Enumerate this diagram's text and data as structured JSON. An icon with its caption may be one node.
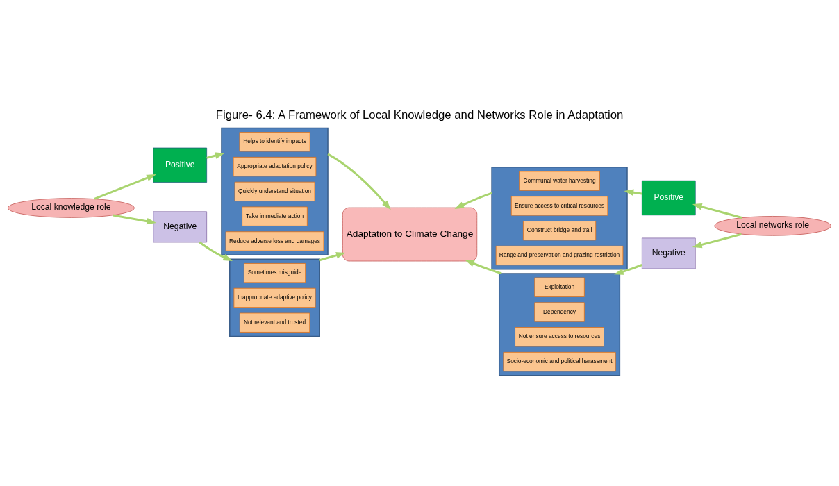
{
  "diagram": {
    "title": "Figure- 6.4: A Framework of Local Knowledge and Networks Role in Adaptation",
    "nodes": [
      {
        "text": [
          "Positive"
        ]
      },
      {
        "text": [
          "Local knowledge role"
        ]
      },
      {
        "text": [
          "Negative"
        ]
      },
      {
        "text": [],
        "shape": "box"
      },
      {
        "text": [
          "Helps to identify impacts"
        ],
        "in": 3
      },
      {
        "text": [
          "Appropriate adaptation policy"
        ],
        "in": 3
      },
      {
        "text": [
          "Quickly understand situation"
        ],
        "in": 3
      },
      {
        "text": [
          "Take immediate action"
        ],
        "in": 3
      },
      {
        "text": [
          "Reduce adverse loss and damages"
        ],
        "in": 3
      },
      {
        "text": [],
        "shape": "box"
      },
      {
        "text": [
          "Sometimes misguide"
        ],
        "in": 9
      },
      {
        "text": [
          "Inappropriate adaptive policy"
        ],
        "in": 9
      },
      {
        "text": [
          "Not relevant and trusted"
        ],
        "in": 9
      },
      {
        "text": [
          "Adaptation to Climate Change"
        ]
      },
      {
        "text": [],
        "shape": "box"
      },
      {
        "text": [
          "Communal water harvesting"
        ],
        "in": 14
      },
      {
        "text": [
          "Ensure access to critical resources"
        ],
        "in": 14
      },
      {
        "text": [
          "Construct bridge and trail"
        ],
        "in": 14
      },
      {
        "text": [
          "Rangeland preservation and grazing restriction"
        ],
        "in": 14
      },
      {
        "text": [],
        "shape": "box"
      },
      {
        "text": [
          "Exploitation"
        ],
        "in": 19
      },
      {
        "text": [
          "Dependency"
        ],
        "in": 19
      },
      {
        "text": [
          "Not ensure access to resources"
        ],
        "in": 19
      },
      {
        "text": [
          "Socio-economic and political harassment"
        ],
        "in": 19
      },
      {
        "text": [
          "Positive"
        ]
      },
      {
        "text": [
          "Local networks role"
        ]
      },
      {
        "text": [
          "Negative"
        ]
      }
    ],
    "edges": [
      {
        "from": 1,
        "to": 0,
        "arrow": "to"
      },
      {
        "from": 1,
        "to": 2,
        "arrow": "to"
      },
      {
        "from": 0,
        "to": 3,
        "arrow": "to"
      },
      {
        "from": 2,
        "to": 9,
        "arrow": "to"
      },
      {
        "from": 3,
        "to": 13,
        "arrow": "to"
      },
      {
        "from": 9,
        "to": 13,
        "arrow": "to"
      },
      {
        "from": 14,
        "to": 13,
        "arrow": "to"
      },
      {
        "from": 19,
        "to": 13,
        "arrow": "to"
      },
      {
        "from": 24,
        "to": 14,
        "arrow": "to"
      },
      {
        "from": 26,
        "to": 19,
        "arrow": "to"
      },
      {
        "from": 25,
        "to": 24,
        "arrow": "to"
      },
      {
        "from": 25,
        "to": 26,
        "arrow": "to"
      }
    ]
  }
}
